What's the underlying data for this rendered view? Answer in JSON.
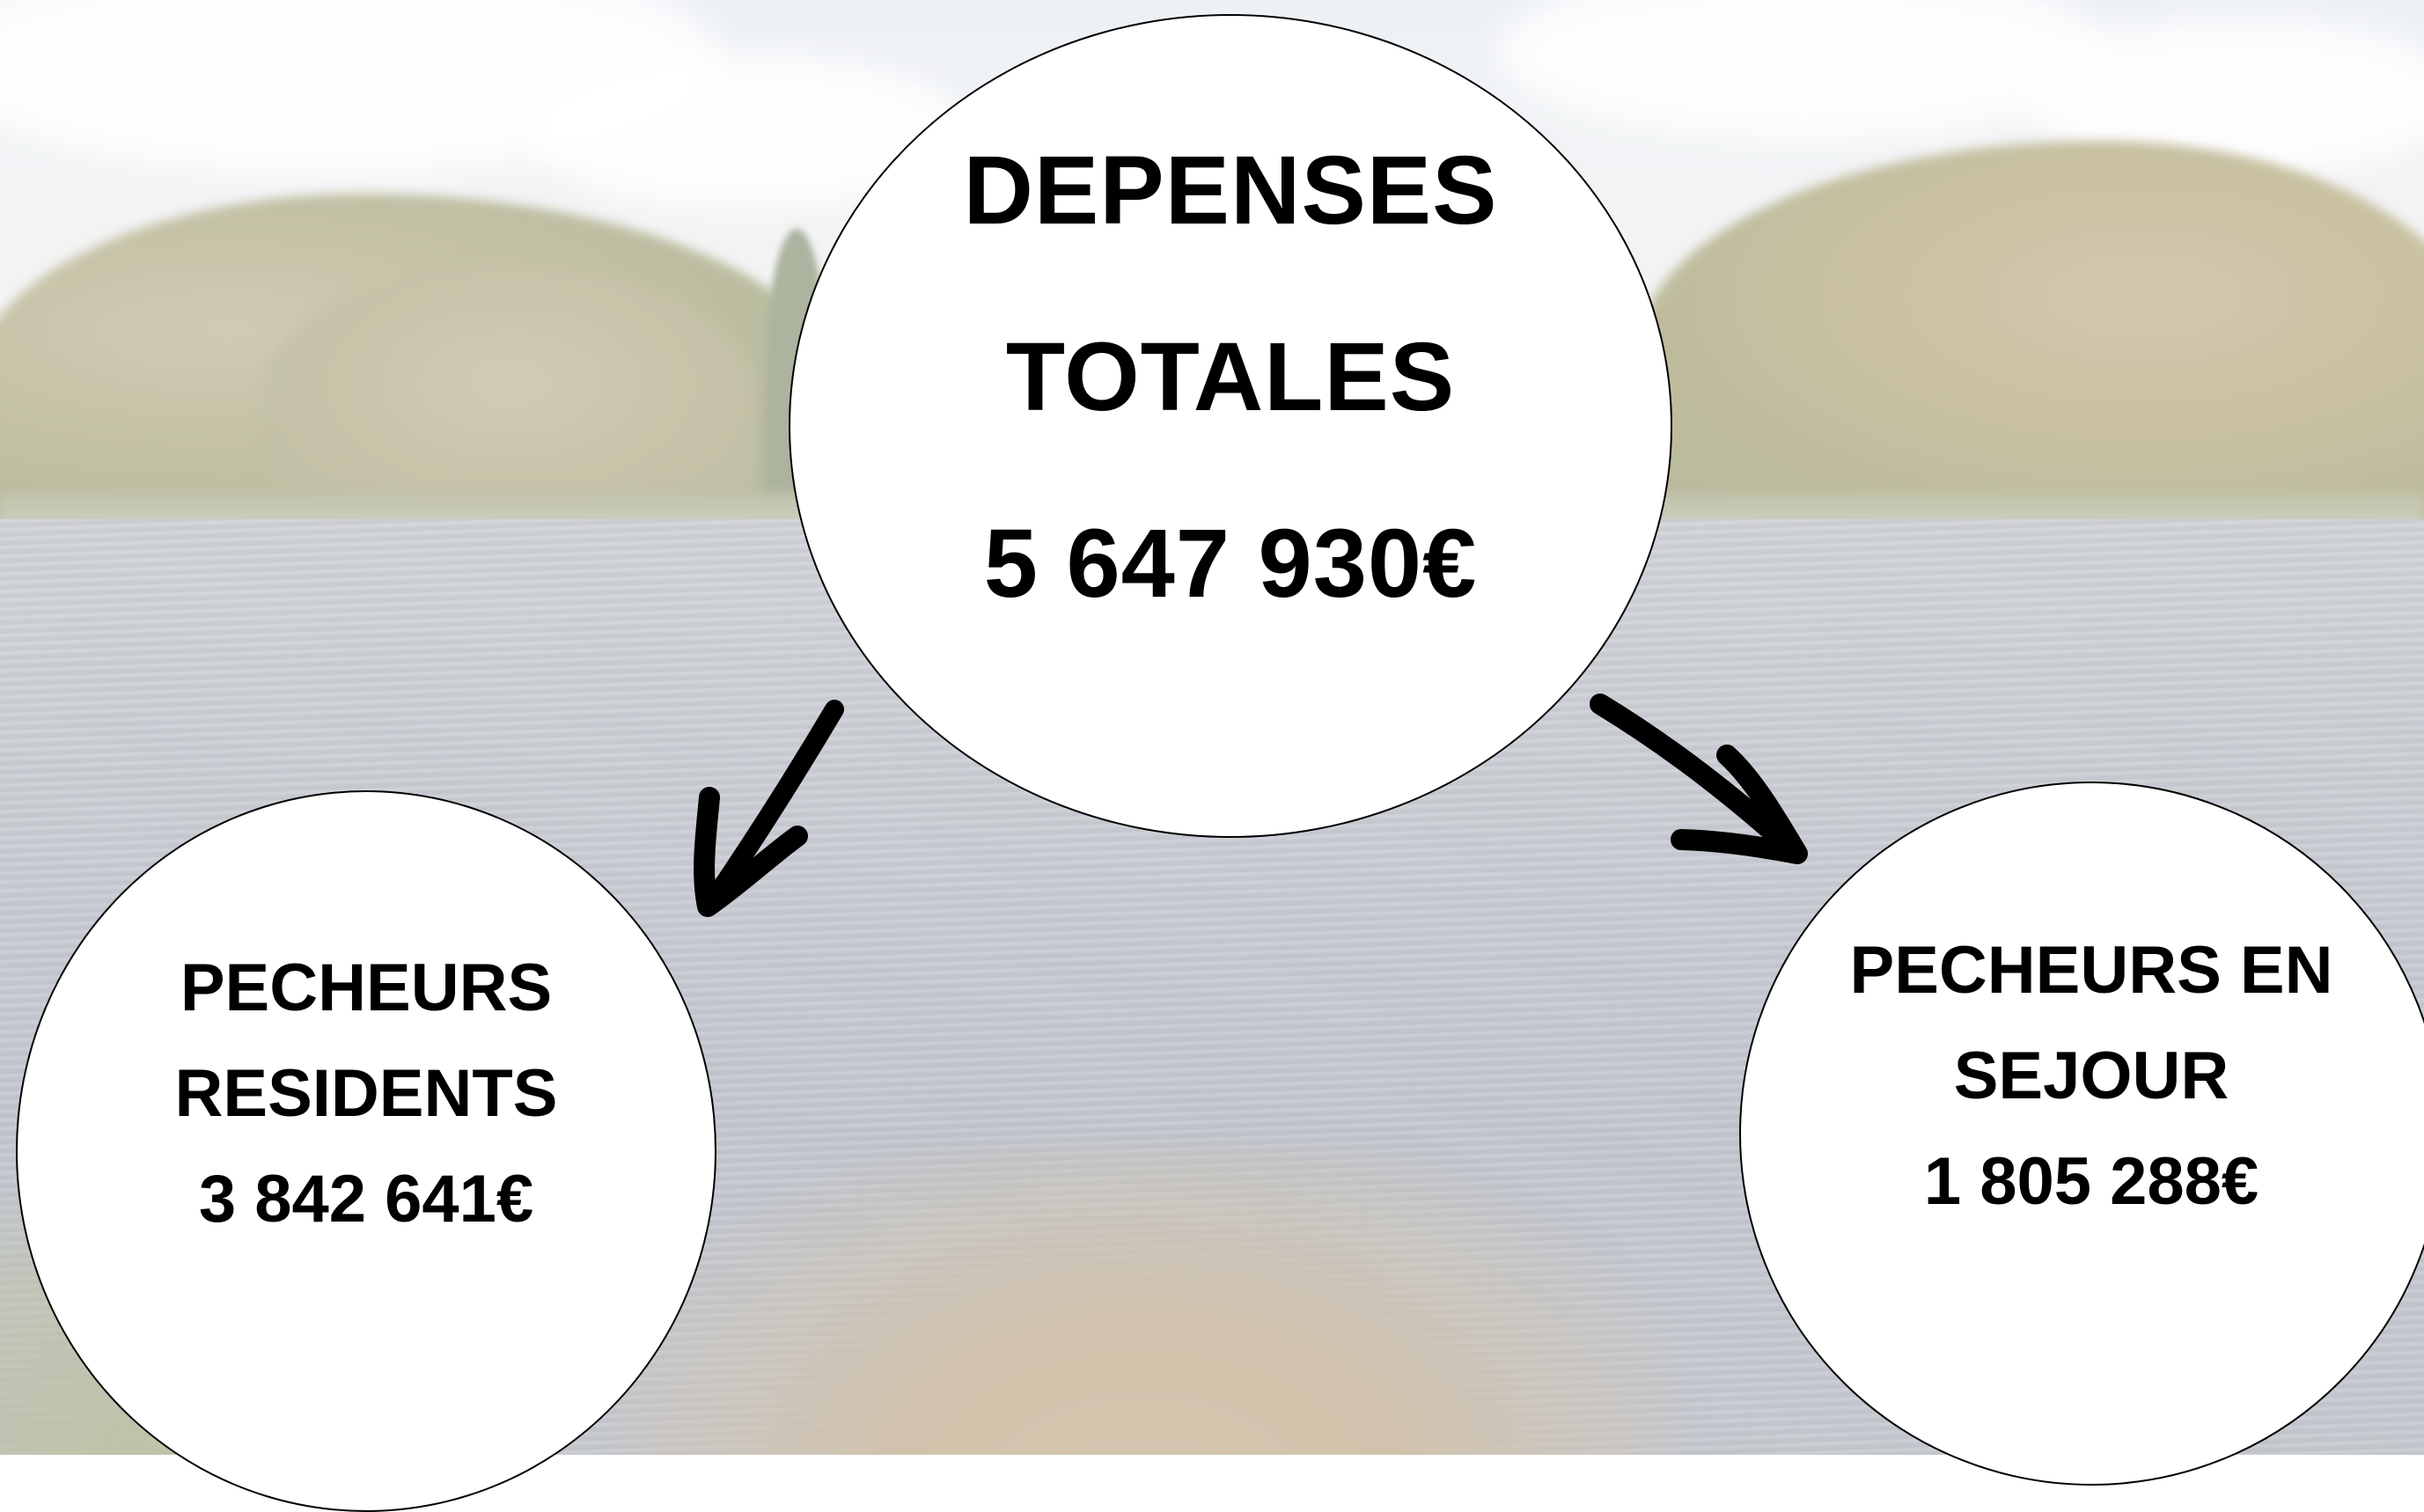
{
  "diagram": {
    "total": {
      "line1": "DEPENSES",
      "line2": "TOTALES",
      "amount": "5 647 930€"
    },
    "residents": {
      "line1": "PECHEURS",
      "line2": "RESIDENTS",
      "amount": "3 842 641€"
    },
    "visitors": {
      "line1": "PECHEURS EN",
      "line2": "SEJOUR",
      "amount": "1 805 288€"
    }
  },
  "colors": {
    "circle_fill": "#ffffff",
    "text": "#000000",
    "arrow": "#000000"
  }
}
